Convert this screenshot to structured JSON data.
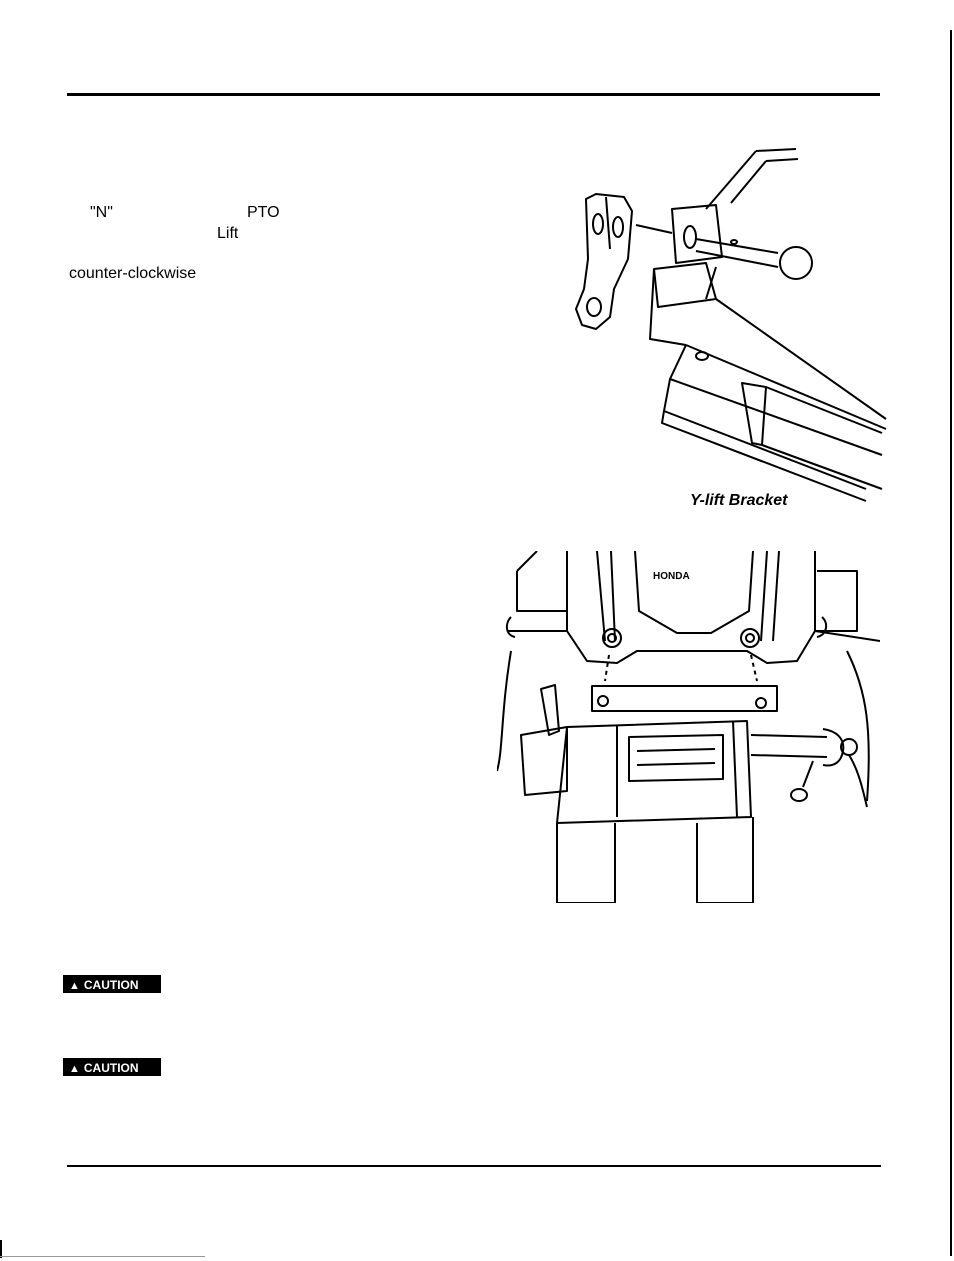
{
  "page": {
    "fragments": {
      "n_quote": "\"N\"",
      "pto": "PTO",
      "lift": "Lift",
      "counter_clockwise": "counter-clockwise"
    },
    "figure_top": {
      "caption": "Y-lift Bracket"
    },
    "figure_bottom": {
      "emblem": "HONDA"
    },
    "cautions": [
      {
        "label": "CAUTION",
        "icon": "warning-triangle-icon"
      },
      {
        "label": "CAUTION",
        "icon": "warning-triangle-icon"
      }
    ]
  }
}
